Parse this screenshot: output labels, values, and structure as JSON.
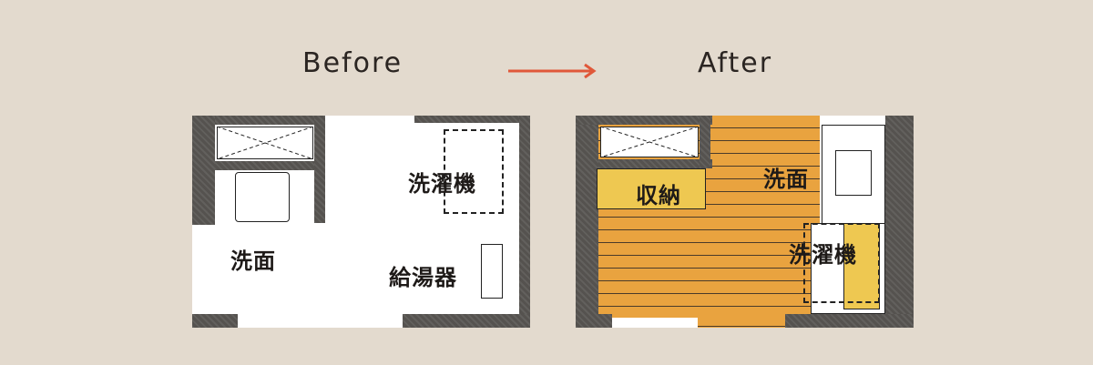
{
  "before": {
    "title": "Before",
    "labels": {
      "washer": "洗濯機",
      "washroom": "洗面",
      "water_heater": "給湯器"
    }
  },
  "after": {
    "title": "After",
    "labels": {
      "storage": "収納",
      "washroom": "洗面",
      "washer": "洗濯機"
    }
  },
  "colors": {
    "arrow": "#e0583a",
    "floor": "#e9a33f",
    "wall": "#55524f",
    "background": "#e3dace"
  }
}
